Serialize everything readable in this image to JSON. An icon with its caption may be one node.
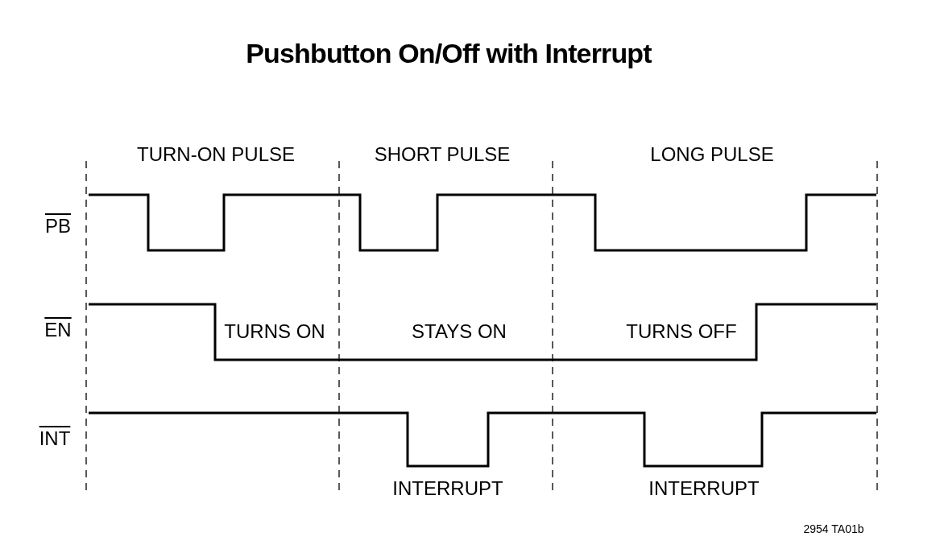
{
  "diagram": {
    "title": "Pushbutton On/Off with Interrupt",
    "labels": [
      "TURN-ON PULSE",
      "SHORT PULSE",
      "LONG PULSE",
      "PB",
      "EN",
      "TURNS ON",
      "STAYS ON",
      "TURNS OFF",
      "INT",
      "INTERRUPT",
      "INTERRUPT",
      "2954 TA01b"
    ]
  }
}
